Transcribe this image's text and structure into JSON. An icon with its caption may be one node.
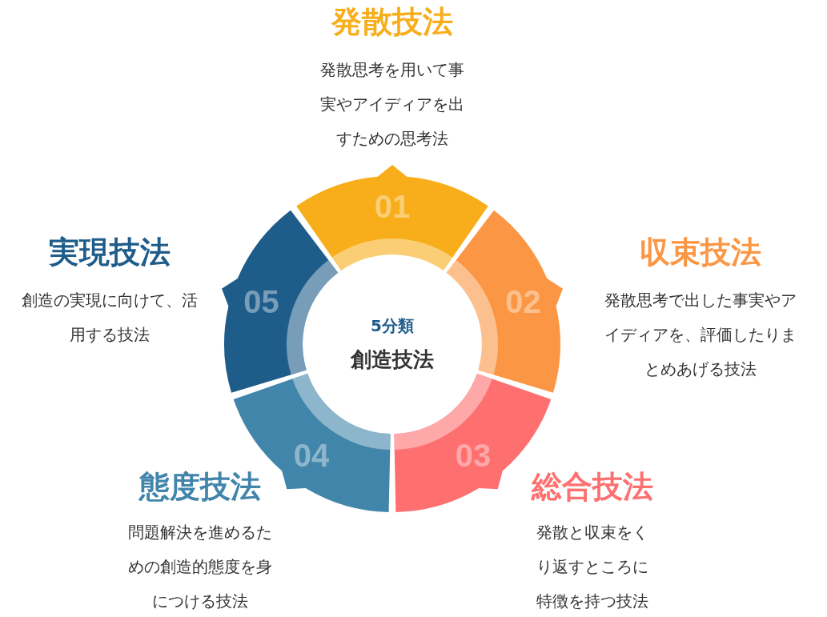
{
  "diagram": {
    "nodes": [
      {
        "text": [
          "5分類",
          "創造技法"
        ]
      },
      {
        "text": [
          "01"
        ],
        "beside": [
          "発散技法",
          "発散思考を用いて事実やアイディアを出すための思考法"
        ]
      },
      {
        "text": [
          "02"
        ],
        "beside": [
          "収束技法",
          "発散思考で出した事実やアイディアを、評価したりまとめあげる技法"
        ]
      },
      {
        "text": [
          "03"
        ],
        "beside": [
          "総合技法",
          "発散と収束をくり返すところに特徴を持つ技法"
        ]
      },
      {
        "text": [
          "04"
        ],
        "beside": [
          "態度技法",
          "問題解決を進めるための創造的態度を身につける技法"
        ]
      },
      {
        "text": [
          "05"
        ],
        "beside": [
          "実現技法",
          "創造の実現に向けて、活用する技法"
        ]
      }
    ],
    "edges": []
  }
}
